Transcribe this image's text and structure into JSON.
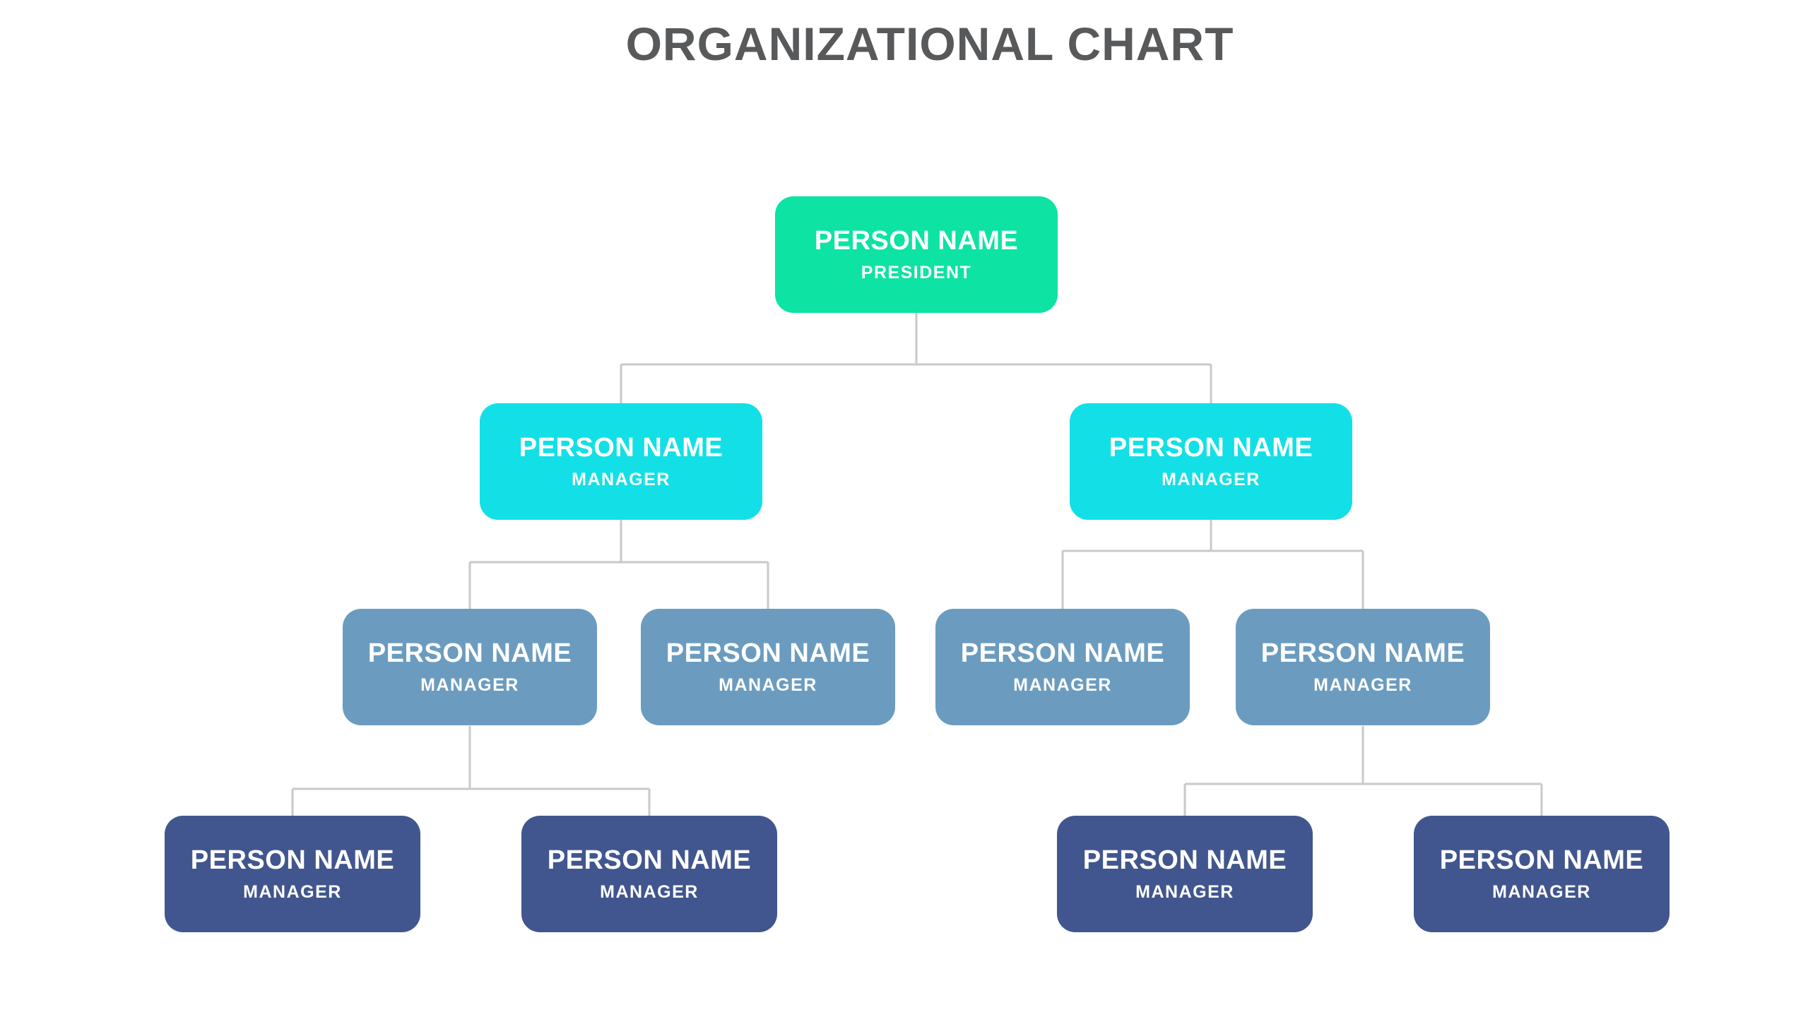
{
  "title": "ORGANIZATIONAL CHART",
  "colors": {
    "president": "#0de3a3",
    "manager_level2": "#12e0e6",
    "manager_level3": "#6b9cbf",
    "manager_level4": "#41568e",
    "connector": "#c9c9c9",
    "title_text": "#58595b"
  },
  "nodes": {
    "president": {
      "name": "PERSON NAME",
      "role": "PRESIDENT"
    },
    "l2_left": {
      "name": "PERSON NAME",
      "role": "MANAGER"
    },
    "l2_right": {
      "name": "PERSON NAME",
      "role": "MANAGER"
    },
    "l3_1": {
      "name": "PERSON NAME",
      "role": "MANAGER"
    },
    "l3_2": {
      "name": "PERSON NAME",
      "role": "MANAGER"
    },
    "l3_3": {
      "name": "PERSON NAME",
      "role": "MANAGER"
    },
    "l3_4": {
      "name": "PERSON NAME",
      "role": "MANAGER"
    },
    "l4_1": {
      "name": "PERSON NAME",
      "role": "MANAGER"
    },
    "l4_2": {
      "name": "PERSON NAME",
      "role": "MANAGER"
    },
    "l4_3": {
      "name": "PERSON NAME",
      "role": "MANAGER"
    },
    "l4_4": {
      "name": "PERSON NAME",
      "role": "MANAGER"
    }
  },
  "edges": [
    {
      "from": "president",
      "to": "l2_left"
    },
    {
      "from": "president",
      "to": "l2_right"
    },
    {
      "from": "l2_left",
      "to": "l3_1"
    },
    {
      "from": "l2_left",
      "to": "l3_2"
    },
    {
      "from": "l2_right",
      "to": "l3_3"
    },
    {
      "from": "l2_right",
      "to": "l3_4"
    },
    {
      "from": "l3_1",
      "to": "l4_1"
    },
    {
      "from": "l3_1",
      "to": "l4_2"
    },
    {
      "from": "l3_4",
      "to": "l4_3"
    },
    {
      "from": "l3_4",
      "to": "l4_4"
    }
  ]
}
